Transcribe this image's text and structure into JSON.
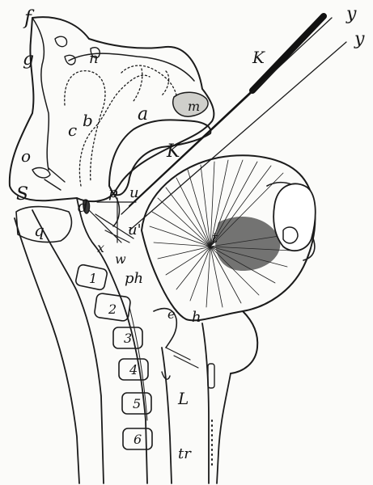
{
  "figure": {
    "labels": {
      "f": "f",
      "g": "g",
      "n": "n",
      "a": "a",
      "m": "m",
      "K_top": "K",
      "K_mid": "K",
      "y1": "y",
      "y2": "y",
      "b": "b",
      "c": "c",
      "o": "o",
      "S": "S",
      "d": "d",
      "p": "p",
      "u": "u",
      "u_prime": "u'",
      "q": "q",
      "x": "x",
      "w": "w",
      "ph": "ph",
      "t": "t",
      "h": "h",
      "e": "e",
      "L": "L",
      "tr": "tr",
      "v1": "1",
      "v2": "2",
      "v3": "3",
      "v4": "4",
      "v5": "5",
      "v6": "6"
    }
  }
}
